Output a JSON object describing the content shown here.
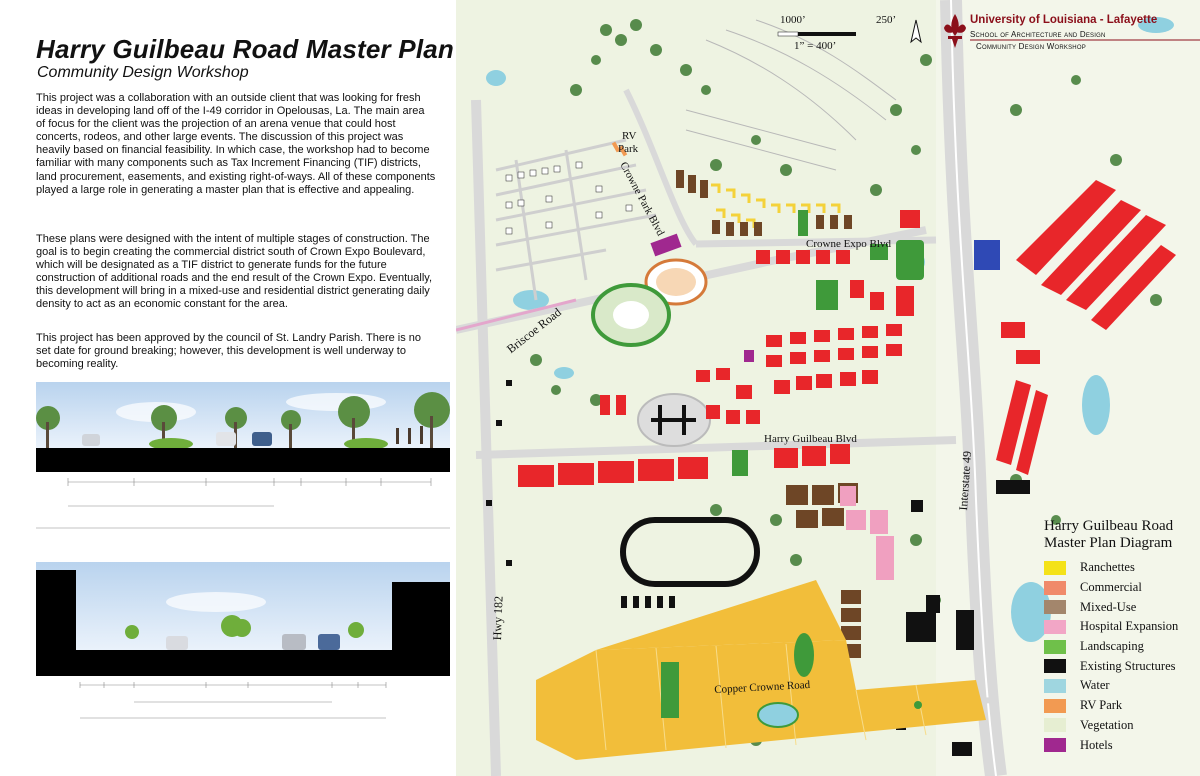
{
  "header": {
    "title": "Harry Guilbeau Road Master Plan",
    "subtitle": "Community Design Workshop"
  },
  "body": {
    "paragraph1": "This project was a collaboration with an outside client that was looking for fresh ideas in developing land off of the I-49 corridor in Opelousas, La. The main area of focus for the client was the projection of an arena venue that could host concerts, rodeos, and other large events. The discussion of this project was heavily based on financial feasibility. In which case, the workshop had to become familiar with many components such as Tax Increment Financing (TIF) districts, land procurement, easements, and existing right-of-ways. All of these components played a large role in generating a master plan that is effective and appealing.",
    "paragraph2": "These plans were designed with the intent of multiple stages of construction. The goal is to begin creating the commercial district south of Crown Expo Boulevard, which will be designated as a TIF district to generate funds for the future construction of additional roads and the end result of the Crown Expo. Eventually, this development will bring in a mixed-use and residential district generating daily density to act as an economic constant for the area.",
    "paragraph3": "This project has been approved by the council of St. Landry Parish. There is no set date for ground breaking; however, this development is well underway to becoming reality."
  },
  "branding": {
    "university": "University of Louisiana - Lafayette",
    "school": "School of Architecture and Design",
    "workshop": "Community Design Workshop"
  },
  "scale": {
    "label_large": "1000’",
    "label_small": "250’",
    "ratio": "1” = 400’"
  },
  "map_labels": {
    "rv_park_1": "RV",
    "rv_park_2": "Park",
    "crowne_park": "Crowne Park Blvd",
    "crowne_expo": "Crowne Expo Blvd",
    "briscoe": "Briscoe Road",
    "harry_guilbeau": "Harry Guilbeau Blvd",
    "hwy182": "Hwy 182",
    "interstate49": "Interstate 49",
    "copper_crowne": "Copper Crowne Road"
  },
  "legend": {
    "title_line1": "Harry Guilbeau Road",
    "title_line2": "Master Plan Diagram",
    "items": [
      {
        "label": "Ranchettes",
        "color": "#f4e218"
      },
      {
        "label": "Commercial",
        "color": "#f08a6a"
      },
      {
        "label": "Mixed-Use",
        "color": "#a3866c"
      },
      {
        "label": "Hospital Expansion",
        "color": "#f2a6c6"
      },
      {
        "label": "Landscaping",
        "color": "#6fc04a"
      },
      {
        "label": "Existing Structures",
        "color": "#111111"
      },
      {
        "label": "Water",
        "color": "#9fd6e0"
      },
      {
        "label": "RV Park",
        "color": "#f29a52"
      },
      {
        "label": "Vegetation",
        "color": "#e6eed2"
      },
      {
        "label": "Hotels",
        "color": "#a0288f"
      }
    ]
  },
  "colors": {
    "commercial_block": "#e8262a",
    "ranchette_fill": "#f2be3a",
    "mixed_use_block": "#6e4626",
    "hospital_block": "#f0a0c0",
    "water": "#8fd0e0",
    "vegetation_bg": "#e8efd6",
    "tree": "#3d7a32",
    "road": "#e4e4e4",
    "brand": "#8b0f1a"
  }
}
